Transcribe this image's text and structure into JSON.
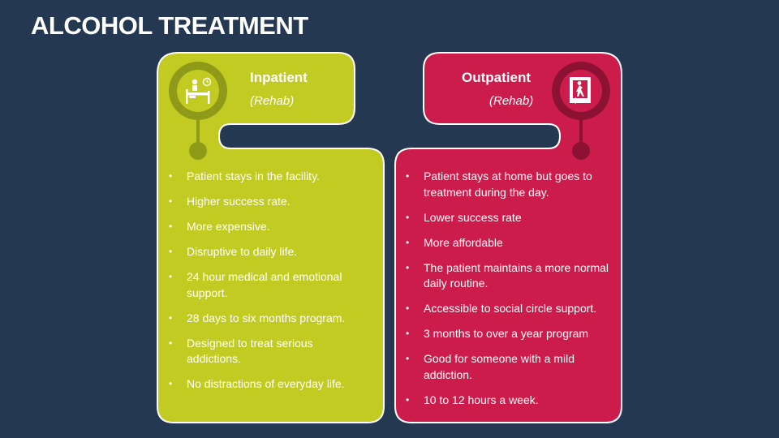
{
  "title": "ALCOHOL TREATMENT",
  "colors": {
    "background": "#253852",
    "inpatient": "#c2cb22",
    "inpatient_accent": "#8f9a18",
    "outpatient": "#cc1c4b",
    "outpatient_accent": "#8c1233",
    "border": "#ffffff"
  },
  "inpatient": {
    "title": "Inpatient",
    "subtitle": "(Rehab)",
    "icon": "hospital-bed-icon",
    "items": [
      "Patient stays in the facility.",
      "Higher success rate.",
      "More expensive.",
      "Disruptive to daily life.",
      "24 hour medical and emotional support.",
      "28 days to six months program.",
      "Designed to treat serious addictions.",
      "No distractions of everyday life."
    ]
  },
  "outpatient": {
    "title": "Outpatient",
    "subtitle": "(Rehab)",
    "icon": "exit-door-icon",
    "items": [
      "Patient stays at home but goes to treatment during the day.",
      "Lower success rate",
      "More affordable",
      "The patient maintains a more normal daily routine.",
      "Accessible to social circle support.",
      "3 months to over a year program",
      "Good for someone with a mild addiction.",
      "10 to 12 hours a week."
    ]
  }
}
